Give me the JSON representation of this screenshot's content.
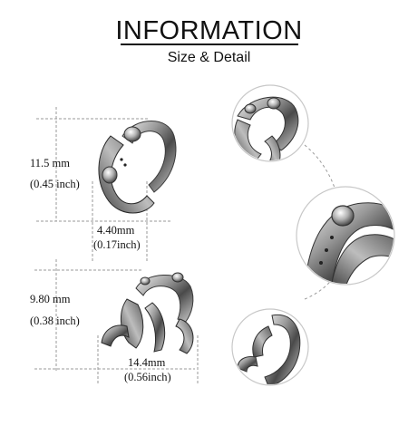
{
  "header": {
    "title": "INFORMATION",
    "subtitle": "Size & Detail"
  },
  "ring_top": {
    "height_mm": "11.5 mm",
    "height_inch": "(0.45 inch)",
    "width_mm": "4.40mm",
    "width_inch": "(0.17inch)"
  },
  "ring_bottom": {
    "height_mm": "9.80 mm",
    "height_inch": "(0.38 inch)",
    "width_mm": "14.4mm",
    "width_inch": "(0.56inch)"
  },
  "colors": {
    "text": "#111111",
    "guide_line": "#9a9a9a",
    "silver_dark": "#3a3a3a",
    "silver_mid": "#8c8c8c",
    "silver_light": "#e6e6e6",
    "circle_border": "#c8c8c8"
  }
}
